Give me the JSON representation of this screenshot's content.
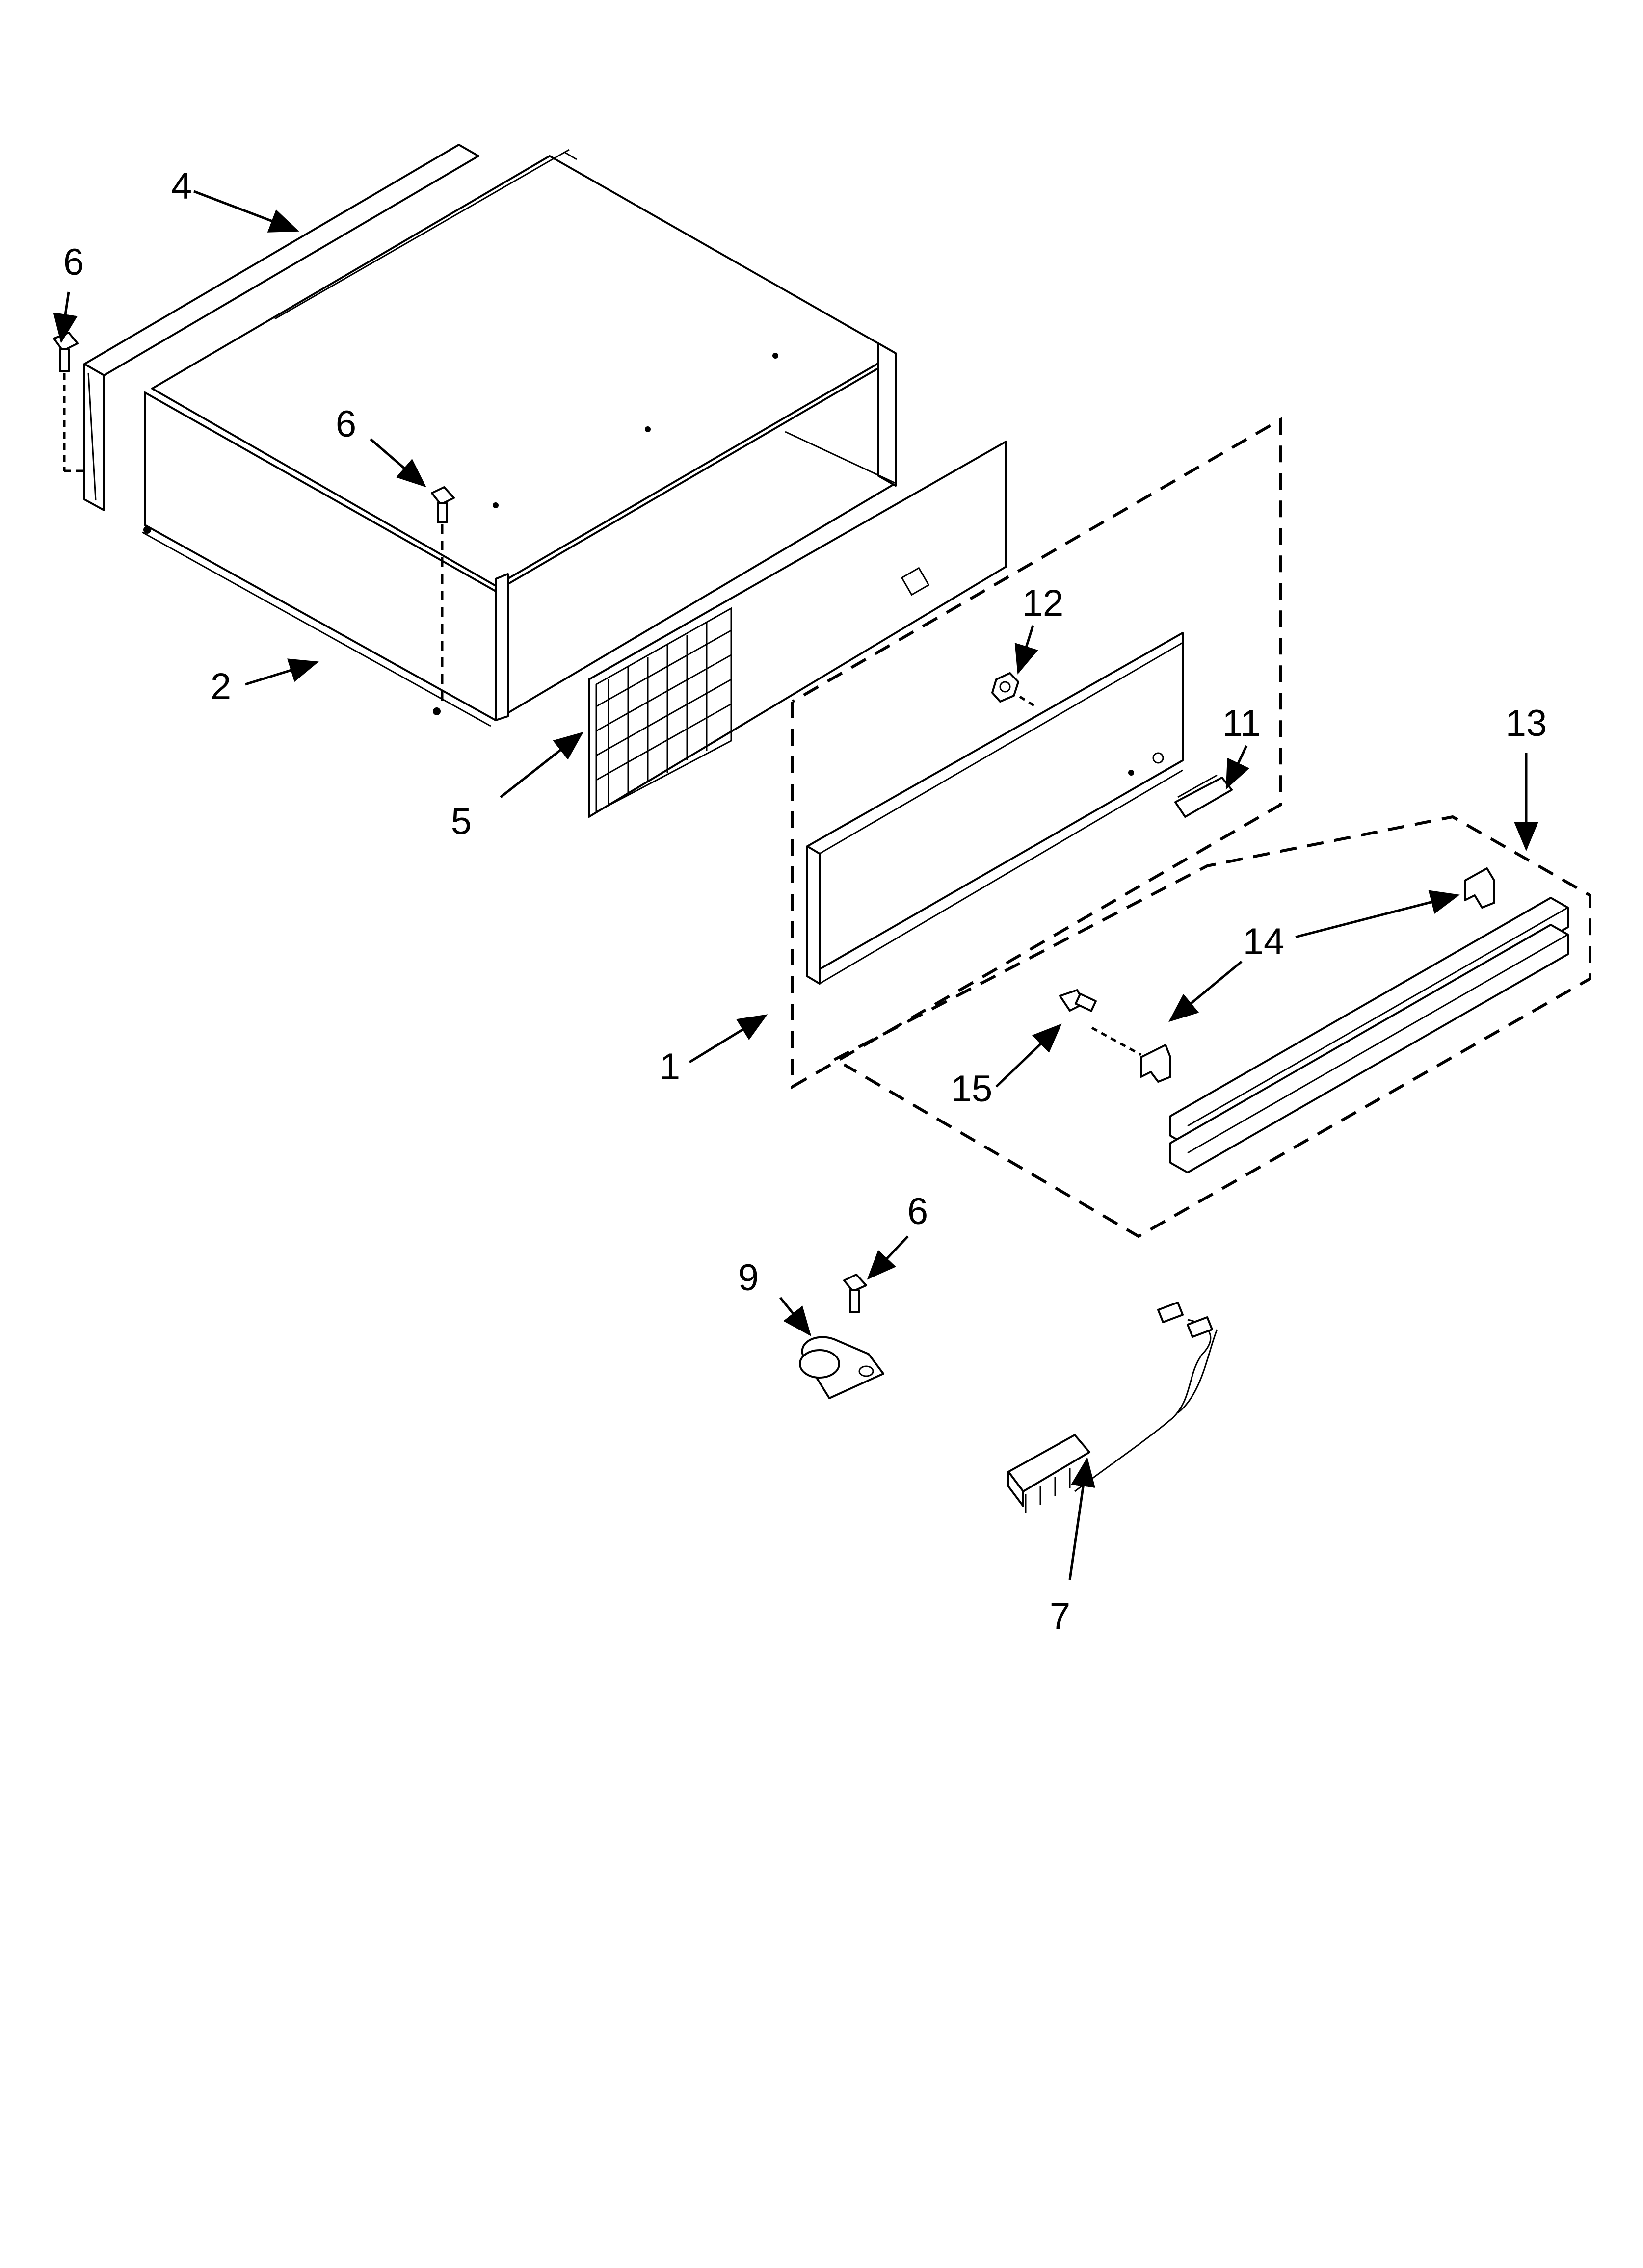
{
  "callouts": {
    "c1": "1",
    "c2": "2",
    "c4": "4",
    "c5": "5",
    "c6a": "6",
    "c6b": "6",
    "c6c": "6",
    "c7": "7",
    "c9": "9",
    "c11": "11",
    "c12": "12",
    "c13": "13",
    "c14": "14",
    "c15": "15"
  }
}
